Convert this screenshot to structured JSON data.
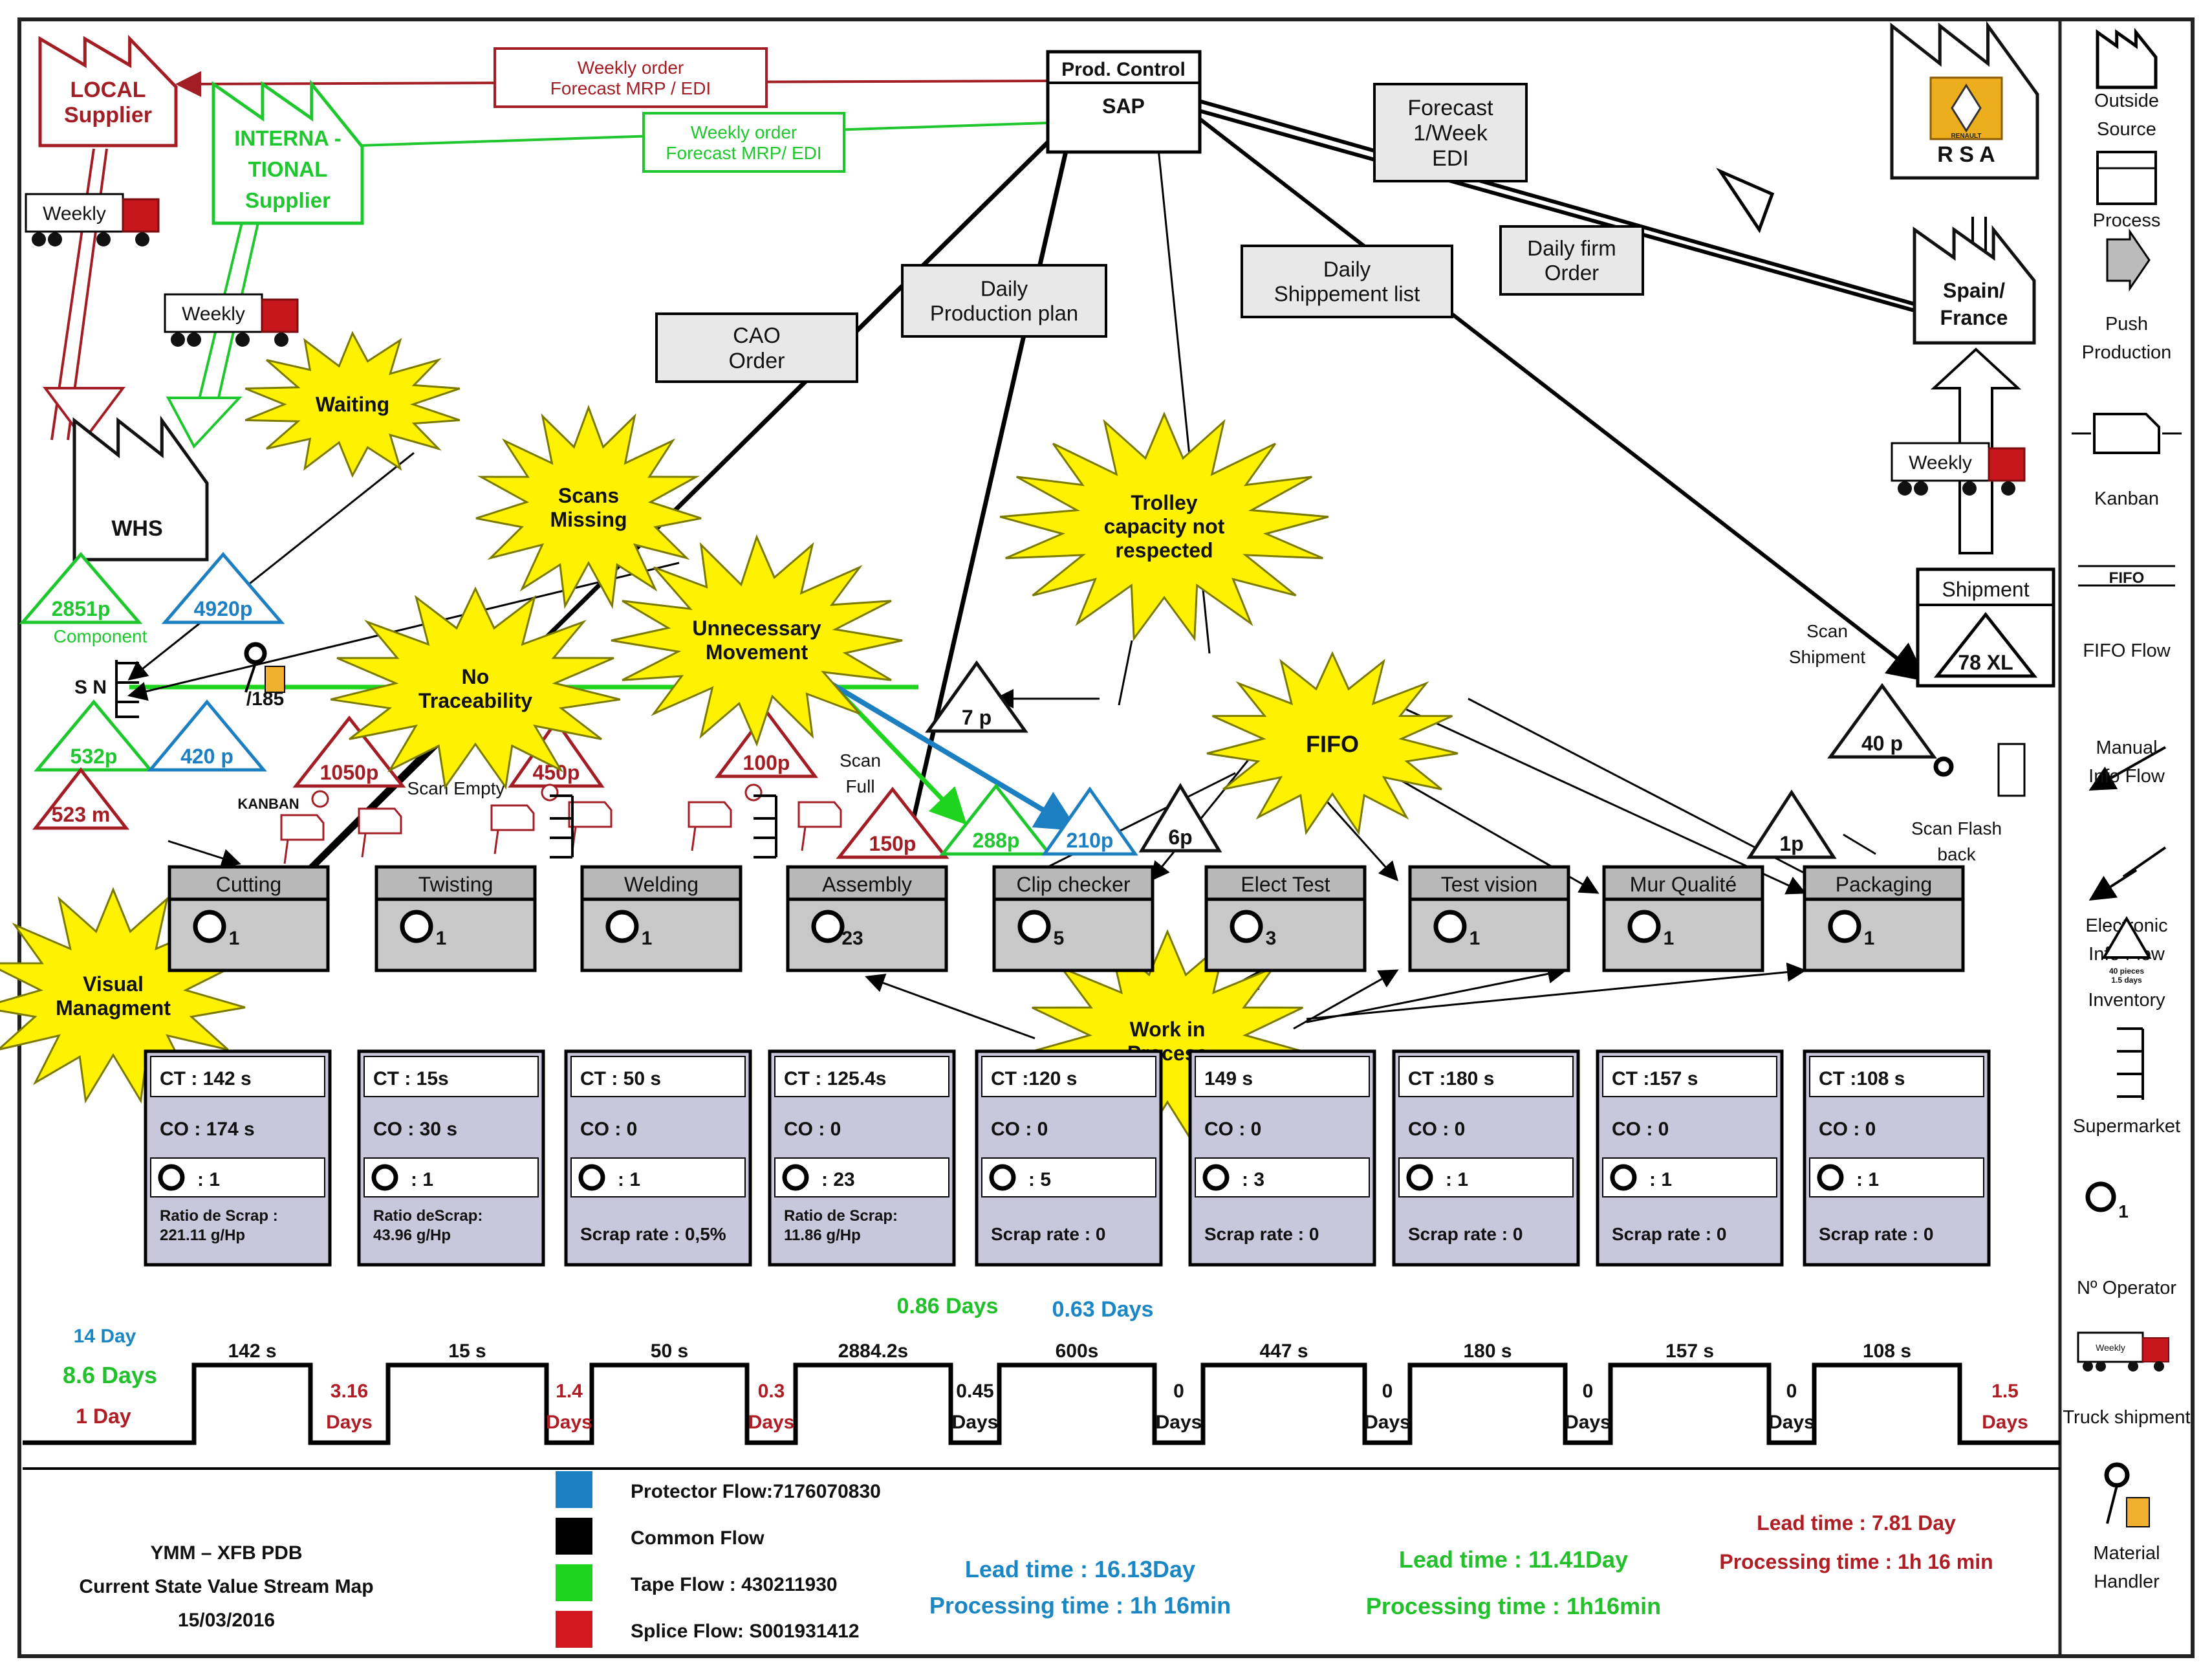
{
  "colors": {
    "local": "#a31d24",
    "international": "#1fc72e",
    "blue_flow": "#1c7fc1",
    "common_flow": "#000000",
    "tape_flow": "#1fd41f",
    "splice_flow": "#d1181f",
    "burst": "#fff200",
    "process_header": "#b8b8b8",
    "process_body": "#c8c8c8",
    "data_box": "#c9c7dc",
    "lead_blue": "#1a86c4",
    "lead_green": "#22c02a",
    "lead_red": "#b01d24"
  },
  "suppliers": {
    "local": [
      "LOCAL",
      "Supplier"
    ],
    "international": [
      "INTERNA -",
      "TIONAL",
      "Supplier"
    ]
  },
  "whs": "WHS",
  "customer": {
    "name": "R S A",
    "logo": "RENAULT"
  },
  "spain": [
    "Spain/",
    "France"
  ],
  "prod_control": {
    "title": "Prod. Control",
    "system": "SAP"
  },
  "info_boxes": {
    "weekly_red": [
      "Weekly order",
      "Forecast MRP / EDI"
    ],
    "weekly_green": [
      "Weekly order",
      "Forecast  MRP/ EDI"
    ],
    "forecast": [
      "Forecast",
      "1/Week",
      "EDI"
    ],
    "daily_firm": [
      "Daily firm",
      "Order"
    ],
    "daily_shipment": [
      "Daily",
      "Shippement list"
    ],
    "daily_production": [
      "Daily",
      "Production plan"
    ],
    "cao": [
      "CAO",
      "Order"
    ]
  },
  "trucks": {
    "weekly": "Weekly"
  },
  "shipment": {
    "title": "Shipment",
    "inventory": "78 XL"
  },
  "scan_labels": {
    "shipment": [
      "Scan",
      "Shipment"
    ],
    "empty": "Scan Empty",
    "full": [
      "Scan",
      "Full"
    ],
    "flash": [
      "Scan Flash",
      "back"
    ]
  },
  "component_label": "Component",
  "sn_label": "S N",
  "operator_time": "/185",
  "kanban_label": "KANBAN",
  "inventories": {
    "i2851": "2851p",
    "i4920": "4920p",
    "i532": "532p",
    "i420": "420 p",
    "i523": "523 m",
    "i1050": "1050p",
    "i450": "450p",
    "i100": "100p",
    "i150": "150p",
    "i288": "288p",
    "i210": "210p",
    "i7": "7 p",
    "i6": "6p",
    "i40": "40 p",
    "i1": "1p"
  },
  "bursts": {
    "waiting": [
      "Waiting"
    ],
    "scans": [
      "Scans",
      "Missing"
    ],
    "trolley": [
      "Trolley",
      "capacity not",
      "respected"
    ],
    "unnecessary": [
      "Unnecessary",
      "Movement"
    ],
    "traceability": [
      "No",
      "Traceability"
    ],
    "fifo": [
      "FIFO"
    ],
    "visual": [
      "Visual",
      "Managment"
    ],
    "wip": [
      "Work in",
      "Process"
    ]
  },
  "processes": [
    {
      "name": "Cutting",
      "ops": "1"
    },
    {
      "name": "Twisting",
      "ops": "1"
    },
    {
      "name": "Welding",
      "ops": "1"
    },
    {
      "name": "Assembly",
      "ops": "23"
    },
    {
      "name": "Clip checker",
      "ops": "5"
    },
    {
      "name": "Elect Test",
      "ops": "3"
    },
    {
      "name": "Test vision",
      "ops": "1"
    },
    {
      "name": "Mur Qualité",
      "ops": "1"
    },
    {
      "name": "Packaging",
      "ops": "1"
    }
  ],
  "data_boxes": [
    {
      "ct": "CT : 142 s",
      "co": "CO : 174 s",
      "op": ": 1",
      "scrap": [
        "Ratio de Scrap :",
        "221.11 g/Hp"
      ]
    },
    {
      "ct": "CT : 15s",
      "co": "CO : 30 s",
      "op": ": 1",
      "scrap": [
        "Ratio deScrap:",
        "43.96 g/Hp"
      ]
    },
    {
      "ct": "CT : 50 s",
      "co": "CO :  0",
      "op": ": 1",
      "scrap": [
        "Scrap rate : 0,5%"
      ]
    },
    {
      "ct": "CT : 125.4s",
      "co": "CO :  0",
      "op": ": 23",
      "scrap": [
        "Ratio de Scrap:",
        "11.86 g/Hp"
      ]
    },
    {
      "ct": "CT :120 s",
      "co": "CO :  0",
      "op": ": 5",
      "scrap": [
        "Scrap rate : 0"
      ]
    },
    {
      "ct": "149 s",
      "co": "CO :  0",
      "op": ": 3",
      "scrap": [
        "Scrap rate : 0"
      ]
    },
    {
      "ct": "CT :180 s",
      "co": "CO :  0",
      "op": ": 1",
      "scrap": [
        "Scrap rate : 0"
      ]
    },
    {
      "ct": "CT :157 s",
      "co": "CO :  0",
      "op": ": 1",
      "scrap": [
        "Scrap rate : 0"
      ]
    },
    {
      "ct": "CT :108 s",
      "co": "CO :  0",
      "op": ": 1",
      "scrap": [
        "Scrap rate : 0"
      ]
    }
  ],
  "timeline": {
    "start": {
      "blue": "14 Day",
      "green": "8.6 Days",
      "red": "1 Day"
    },
    "mid_green": "0.86 Days",
    "mid_blue": "0.63 Days",
    "process_times": [
      "142  s",
      "15 s",
      "50 s",
      "2884.2s",
      "600s",
      "447 s",
      "180 s",
      "157 s",
      "108  s"
    ],
    "waits": [
      {
        "lines": [
          "3.16",
          "Days"
        ],
        "tone": "red"
      },
      {
        "lines": [
          "1.4",
          "Days"
        ],
        "tone": "red"
      },
      {
        "lines": [
          "0.3",
          "Days"
        ],
        "tone": "red"
      },
      {
        "lines": [
          "0.45",
          "Days"
        ],
        "tone": "black"
      },
      {
        "lines": [
          "0",
          "Days"
        ],
        "tone": "black"
      },
      {
        "lines": [
          "0",
          "Days"
        ],
        "tone": "black"
      },
      {
        "lines": [
          "0",
          "Days"
        ],
        "tone": "black"
      },
      {
        "lines": [
          "0",
          "Days"
        ],
        "tone": "black"
      },
      {
        "lines": [
          "1.5",
          "Days"
        ],
        "tone": "red"
      }
    ]
  },
  "footer": {
    "title": [
      "YMM – XFB PDB",
      "Current State Value Stream Map",
      "15/03/2016"
    ],
    "legend": [
      {
        "label": "Protector Flow:7176070830",
        "color": "#1c7fc1"
      },
      {
        "label": "Common Flow",
        "color": "#000000"
      },
      {
        "label": "Tape Flow : 430211930",
        "color": "#1fd41f"
      },
      {
        "label": "Splice Flow: S001931412",
        "color": "#d1181f"
      }
    ],
    "lead_blue": [
      "Lead time : 16.13Day",
      "Processing time : 1h 16min"
    ],
    "lead_green": [
      "Lead time : 11.41Day",
      "Processing time : 1h16min"
    ],
    "lead_red": [
      "Lead time :  7.81 Day",
      "Processing time : 1h 16 min"
    ]
  },
  "sidebar": [
    {
      "icon": "outside-source-icon",
      "label": [
        "Outside",
        "Source"
      ]
    },
    {
      "icon": "process-icon",
      "label": [
        "Process"
      ]
    },
    {
      "icon": "push-arrow-icon",
      "label": [
        "Push",
        "Production"
      ]
    },
    {
      "icon": "kanban-icon",
      "label": [
        "Kanban"
      ]
    },
    {
      "icon": "fifo-icon",
      "label": [
        "FIFO Flow"
      ],
      "glyph": "FIFO"
    },
    {
      "icon": "manual-info-icon",
      "label": [
        "Manual",
        "Info Flow"
      ]
    },
    {
      "icon": "electronic-info-icon",
      "label": [
        "Electronic",
        "Info Flow"
      ]
    },
    {
      "icon": "inventory-icon",
      "label": [
        "Inventory"
      ],
      "glyph": [
        "40 pieces",
        "1.5 days"
      ]
    },
    {
      "icon": "supermarket-icon",
      "label": [
        "Supermarket"
      ]
    },
    {
      "icon": "operator-icon",
      "label": [
        "Nº Operator"
      ],
      "glyph": "1"
    },
    {
      "icon": "truck-icon",
      "label": [
        "Truck shipment"
      ],
      "glyph": "Weekly"
    },
    {
      "icon": "material-handler-icon",
      "label": [
        "Material",
        "Handler"
      ]
    }
  ]
}
